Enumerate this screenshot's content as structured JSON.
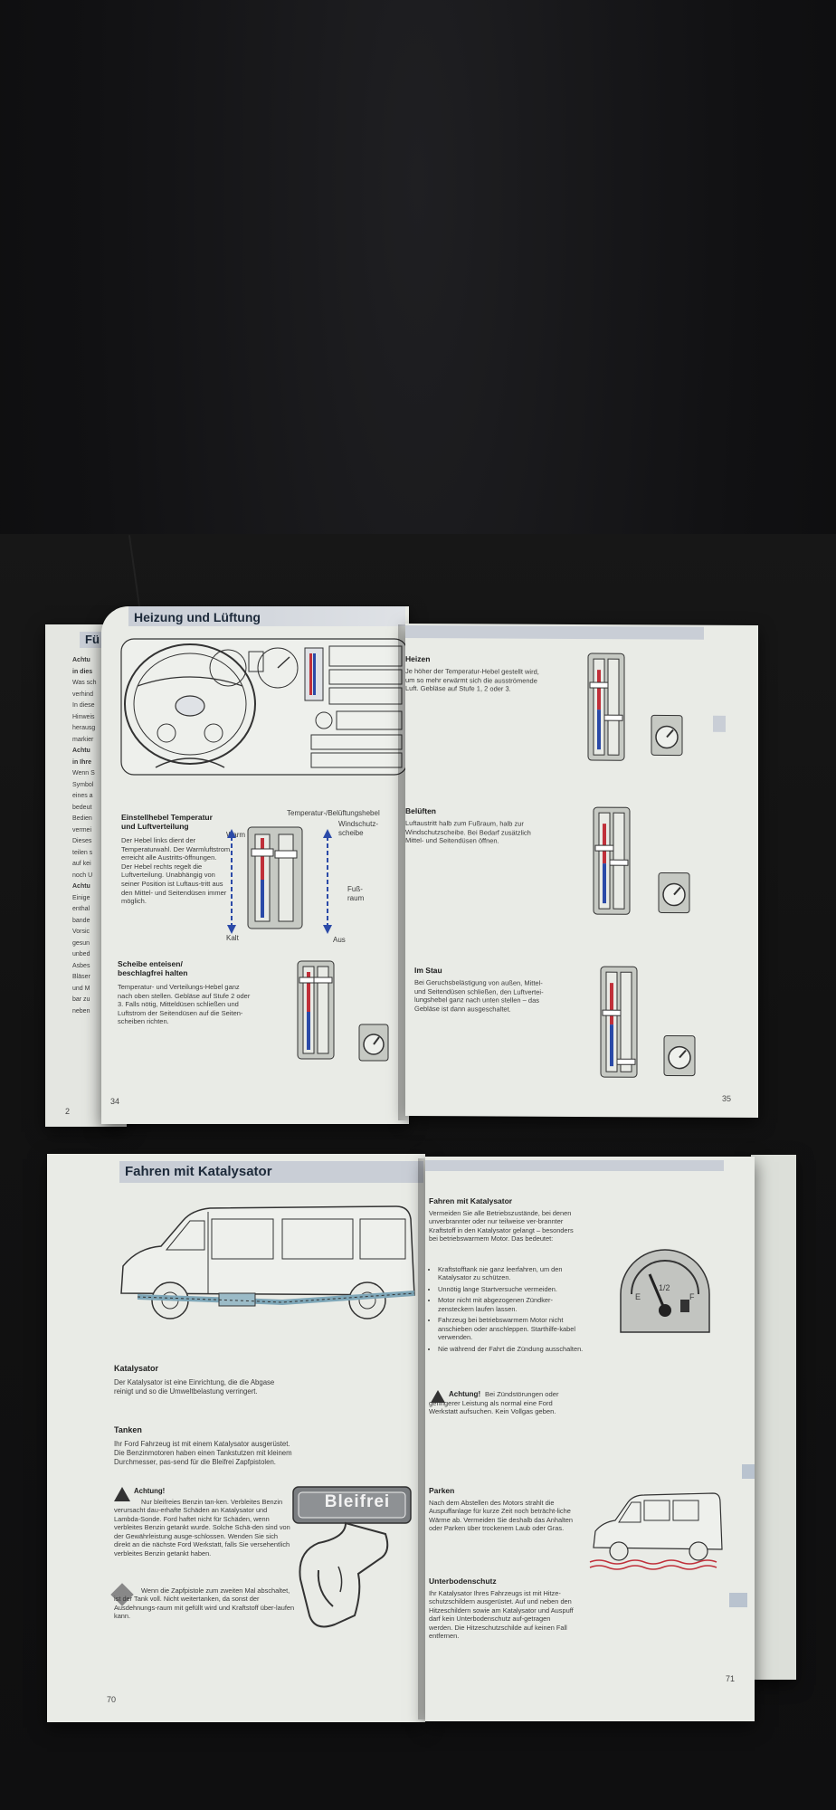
{
  "colors": {
    "background": "#0e0e0f",
    "page": "#e9ebe6",
    "title_band": "#c9ced6",
    "temp_blue": "#2b4aa8",
    "temp_red": "#c0303a"
  },
  "top_book": {
    "back_page": {
      "header_stub": "Fü",
      "lines": [
        "Achtu",
        "in dies",
        "Was sch",
        "verhind",
        "In diese",
        "Hinweis",
        "herausg",
        "markier",
        "Achtu",
        "in Ihre",
        "Wenn S",
        "Symbol",
        "eines a",
        "bedeut",
        "Bedien",
        "vermei",
        "Dieses",
        "teilen s",
        "auf kei",
        "noch U",
        "Achtu",
        "Einige",
        "enthal",
        "bande",
        "Vorsic",
        "gesun",
        "unbed",
        "Asbes",
        "Bläser",
        "und M",
        "bar zu",
        "neben"
      ],
      "page_number": "2"
    },
    "left_page": {
      "title": "Heizung und Lüftung",
      "slider_label_top": "Temperatur-/Belüftungshebel",
      "label_warm": "Warm",
      "label_kalt": "Kalt",
      "label_windshield": "Windschutz-\nscheibe",
      "label_fussraum": "Fuß-\nraum",
      "label_aus": "Aus",
      "section1_heading": "Einstellhebel Temperatur und Luftverteilung",
      "section1_text": "Der Hebel links dient der Temperaturwahl. Der Warmluftstrom erreicht alle Austritts-öffnungen.\nDer Hebel rechts regelt die Luftverteilung. Unabhängig von seiner Position ist Luftaus-tritt aus den Mittel- und Seitendüsen immer möglich.",
      "section2_heading": "Scheibe enteisen/ beschlagfrei halten",
      "section2_text": "Temperatur- und Verteilungs-Hebel ganz nach oben stellen. Gebläse auf Stufe 2 oder 3. Falls nötig, Mitteldüsen schließen und Luftstrom der Seitendüsen auf die Seiten-scheiben richten.",
      "page_number": "34"
    },
    "right_page": {
      "heizen_heading": "Heizen",
      "heizen_text": "Je höher der Temperatur-Hebel gestellt wird, um so mehr erwärmt sich die ausströmende Luft. Gebläse auf Stufe 1, 2 oder 3.",
      "belueften_heading": "Belüften",
      "belueften_text": "Luftaustritt halb zum Fußraum, halb zur Windschutzscheibe. Bei Bedarf zusätzlich Mittel- und Seitendüsen öffnen.",
      "stau_heading": "Im Stau",
      "stau_text": "Bei Geruchsbelästigung von außen, Mittel- und Seitendüsen schließen, den Luftvertei-lungshebel ganz nach unten stellen – das Gebläse ist dann ausgeschaltet.",
      "page_number": "35"
    }
  },
  "bottom_book": {
    "left_page": {
      "title": "Fahren mit Katalysator",
      "kat_heading": "Katalysator",
      "kat_text": "Der Katalysator ist eine Einrichtung, die die Abgase reinigt und so die Umweltbelastung verringert.",
      "tanken_heading": "Tanken",
      "tanken_text": "Ihr Ford Fahrzeug ist mit einem Katalysator ausgerüstet. Die Benzinmotoren haben einen Tankstutzen mit kleinem Durchmesser, pas-send für die Bleifrei Zapfpistolen.",
      "warning_label": "Achtung!",
      "warning_text": "Nur bleifreies Benzin tan-ken. Verbleites Benzin verursacht dau-erhafte Schäden an Katalysator und Lambda-Sonde. Ford haftet nicht für Schäden, wenn verbleites Benzin getankt wurde. Solche Schä-den sind von der Gewährleistung ausge-schlossen. Wenden Sie sich direkt an die nächste Ford Werkstatt, falls Sie versehentlich verbleites Benzin getankt haben.",
      "note_text": "Wenn die Zapfpistole zum zweiten Mal abschaltet, ist der Tank voll. Nicht weitertanken, da sonst der Ausdehnungs-raum mit gefüllt wird und Kraftstoff über-laufen kann.",
      "nozzle_label": "Bleifrei",
      "page_number": "70"
    },
    "right_page": {
      "heading": "Fahren mit Katalysator",
      "intro": "Vermeiden Sie alle Betriebszustände, bei denen unverbrannter oder nur teilweise ver-brannter Kraftstoff in den Katalysator gelangt – besonders bei betriebswarmem Motor. Das bedeutet:",
      "bullets": [
        "Kraftstofftank nie ganz leerfahren, um den Katalysator zu schützen.",
        "Unnötig lange Startversuche vermeiden.",
        "Motor nicht mit abgezogenen Zündker-zensteckern laufen lassen.",
        "Fahrzeug bei betriebswarmem Motor nicht anschieben oder anschleppen. Starthilfe-kabel verwenden.",
        "Nie während der Fahrt die Zündung ausschalten."
      ],
      "warning_label": "Achtung!",
      "warning_text": "Bei Zündstörungen oder geringerer Leistung als normal eine Ford Werkstatt aufsuchen. Kein Vollgas geben.",
      "gauge_e": "E",
      "gauge_half": "1/2",
      "gauge_f": "F",
      "parken_heading": "Parken",
      "parken_text": "Nach dem Abstellen des Motors strahlt die Auspuffanlage für kurze Zeit noch beträcht-liche Wärme ab. Vermeiden Sie deshalb das Anhalten oder Parken über trockenem Laub oder Gras.",
      "unterboden_heading": "Unterbodenschutz",
      "unterboden_text": "Ihr Katalysator Ihres Fahrzeugs ist mit Hitze-schutzschildern ausgerüstet. Auf und neben den Hitzeschildern sowie am Katalysator und Auspuff darf kein Unterbodenschutz auf-getragen werden. Die Hitzeschutzschilde auf keinen Fall entfernen.",
      "page_number": "71"
    }
  }
}
